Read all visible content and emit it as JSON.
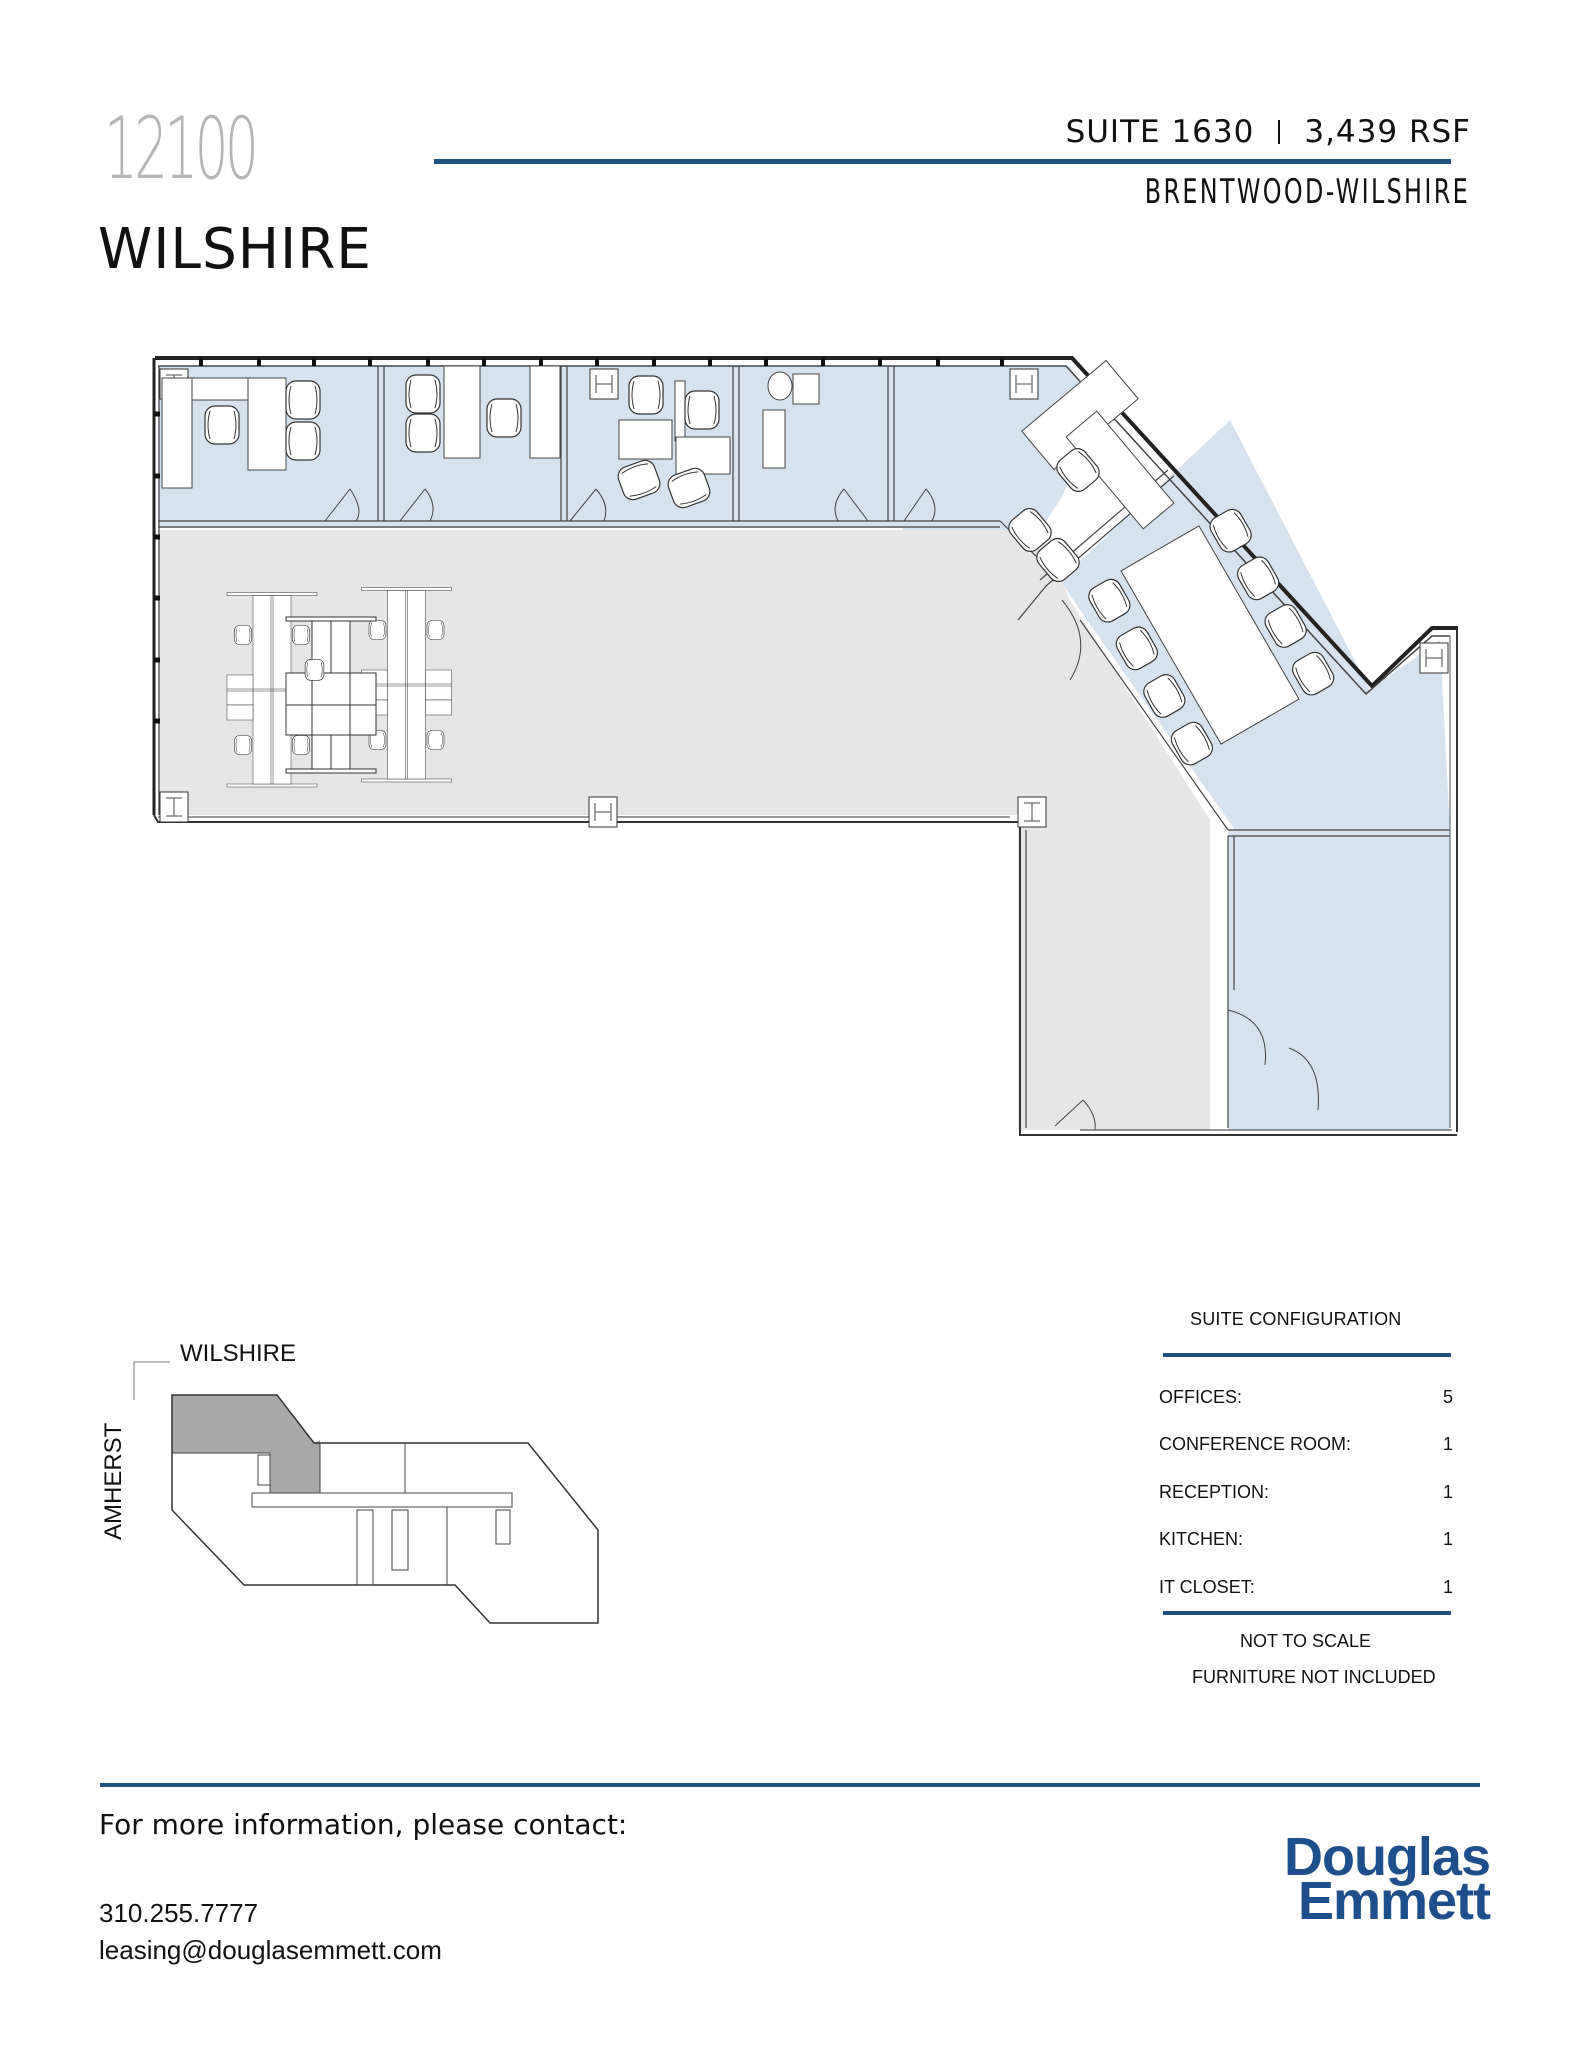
{
  "header": {
    "building_number": "12100",
    "building_name": "WILSHIRE",
    "suite": "SUITE 1630",
    "separator": "|",
    "area": "3,439 RSF",
    "district": "BRENTWOOD-WILSHIRE"
  },
  "floor_plan": {
    "areas": [
      {
        "type": "office",
        "count": 5
      },
      {
        "type": "conference-room",
        "count": 1
      },
      {
        "type": "open-workstations",
        "clusters": 3,
        "seats_per_cluster": 4
      },
      {
        "type": "reception",
        "count": 1
      },
      {
        "type": "kitchen",
        "count": 1
      },
      {
        "type": "it-closet",
        "count": 1
      }
    ],
    "colors": {
      "office_fill": "#d6e2ee",
      "open_fill": "#e6e6e6",
      "wall": "#333333"
    }
  },
  "key_plan": {
    "street_top": "WILSHIRE",
    "street_left": "AMHERST",
    "highlight_color": "#a8a8a8"
  },
  "suite_configuration": {
    "title": "SUITE CONFIGURATION",
    "rows": [
      {
        "label": "OFFICES:",
        "value": "5"
      },
      {
        "label": "CONFERENCE ROOM:",
        "value": "1"
      },
      {
        "label": "RECEPTION:",
        "value": "1"
      },
      {
        "label": "KITCHEN:",
        "value": "1"
      },
      {
        "label": "IT CLOSET:",
        "value": "1"
      }
    ],
    "notes": [
      "NOT TO SCALE",
      "FURNITURE NOT INCLUDED"
    ]
  },
  "footer": {
    "contact_title": "For more information, please contact:",
    "phone": "310.255.7777",
    "email": "leasing@douglasemmett.com",
    "logo_line1": "Douglas",
    "logo_line2": "Emmett"
  },
  "colors": {
    "accent": "#1e5483",
    "logo": "#1e4f8c"
  }
}
